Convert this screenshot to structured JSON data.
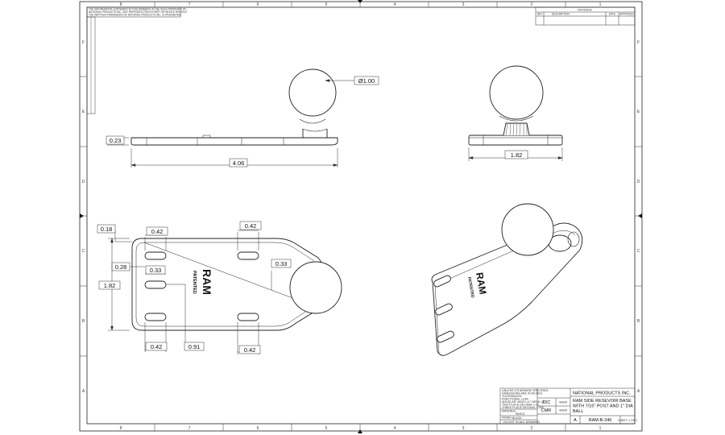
{
  "zones": {
    "columns": [
      "8",
      "7",
      "6",
      "5",
      "4",
      "3",
      "2",
      "1"
    ],
    "rows": [
      "F",
      "E",
      "D",
      "C",
      "B",
      "A"
    ]
  },
  "notice": {
    "line1": "THE INFORMATION CONTAINED IN THIS DRAWING IS THE SOLE PROPERTY OF",
    "line2": "NATIONAL PRODUCTS INC. ANY REPRODUCTION IN PART OR WHOLE WITHOUT",
    "line3": "THE WRITTEN PERMISSION OF NATIONAL PRODUCTS INC. IS PROHIBITED."
  },
  "revision_block": {
    "title": "REVISIONS",
    "columns": [
      "REV",
      "DESCRIPTION",
      "DATE",
      "APPROVED"
    ]
  },
  "dimensions": {
    "ball_diameter": "Ø1.00",
    "thickness": "0.23",
    "length": "4.06",
    "side_width": "1.82",
    "edge_offset": "0.18",
    "slot_top_left": "0.42",
    "slot_top_right": "0.42",
    "inner_offset": "0.28",
    "slot_inner": "0.33",
    "slot_right": "0.33",
    "overall_width": "1.82",
    "slot_bottom_left": "0.42",
    "slot_spacing": "0.91",
    "slot_bottom_right": "0.42"
  },
  "part_marking": {
    "brand": "RAM",
    "sub": "PATENTED"
  },
  "title_block": {
    "company": "NATIONAL PRODUCTS INC.",
    "title_line1": "RAM SIDE RESEVOIR BASE",
    "title_line2": "WITH 7/16\" POST AND 1\" DIA",
    "title_line3": "BALL",
    "drawn_by": "JDC",
    "checked_by": "CMR",
    "drawn_date": "4/8/05",
    "checked_date": "4/8/05",
    "part_number": "RAM-B-346",
    "finish_label": "FINISH",
    "finish_value": "BLACK",
    "material_label": "MATERIAL",
    "material_value": "MIXED",
    "scale_note": "DO NOT SCALE DRAWING",
    "notes": [
      "UNLESS OTHERWISE SPECIFIED:",
      "DIMENSIONS ARE IN INCHES",
      "TOLERANCES:",
      "FRACTIONAL ±1/64",
      "ANGULAR: MACH ±1° BEND ±1°",
      "TWO PLACE DECIMAL ±.01",
      "THREE PLACE DECIMAL ±.005"
    ],
    "size": "A",
    "sheet": "SHEET 1 OF 1"
  }
}
